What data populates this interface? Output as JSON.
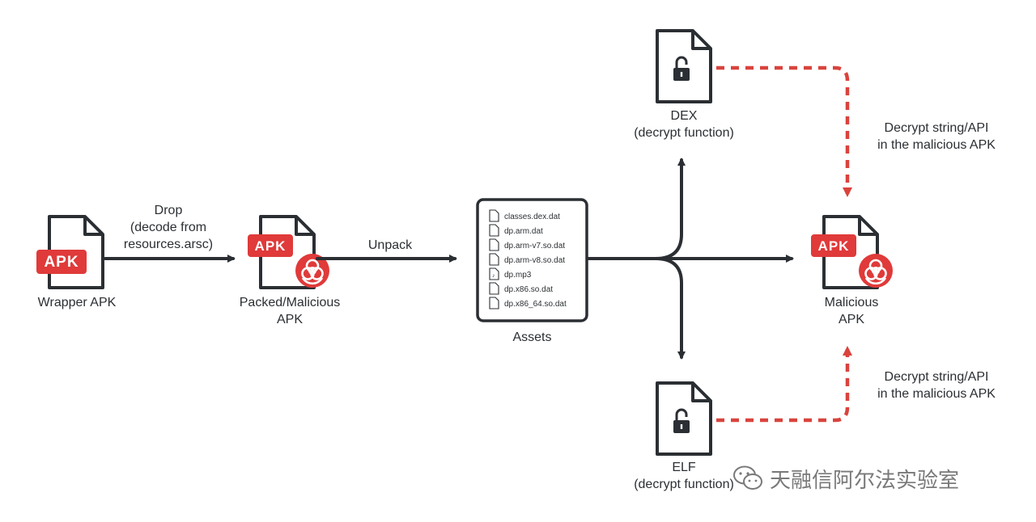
{
  "nodes": {
    "wrapper_apk": {
      "badge": "APK",
      "label": "Wrapper APK"
    },
    "packed_apk": {
      "badge": "APK",
      "label_line1": "Packed/Malicious",
      "label_line2": "APK"
    },
    "assets": {
      "label": "Assets",
      "files": [
        "classes.dex.dat",
        "dp.arm.dat",
        "dp.arm-v7.so.dat",
        "dp.arm-v8.so.dat",
        "dp.mp3",
        "dp.x86.so.dat",
        "dp.x86_64.so.dat"
      ]
    },
    "dex": {
      "line1": "DEX",
      "line2": "(decrypt function)"
    },
    "elf": {
      "line1": "ELF",
      "line2": "(decrypt function)"
    },
    "malicious_apk": {
      "badge": "APK",
      "line1": "Malicious",
      "line2": "APK"
    }
  },
  "edges": {
    "drop": {
      "line1": "Drop",
      "line2": "(decode from",
      "line3": "resources.arsc)"
    },
    "unpack": "Unpack",
    "decrypt_top": {
      "line1": "Decrypt string/API",
      "line2": "in the malicious APK"
    },
    "decrypt_bottom": {
      "line1": "Decrypt string/API",
      "line2": "in the malicious APK"
    }
  },
  "watermark": "天融信阿尔法实验室",
  "colors": {
    "dark": "#2b2f33",
    "red": "#e03a3a",
    "dashed": "#d9433d"
  }
}
